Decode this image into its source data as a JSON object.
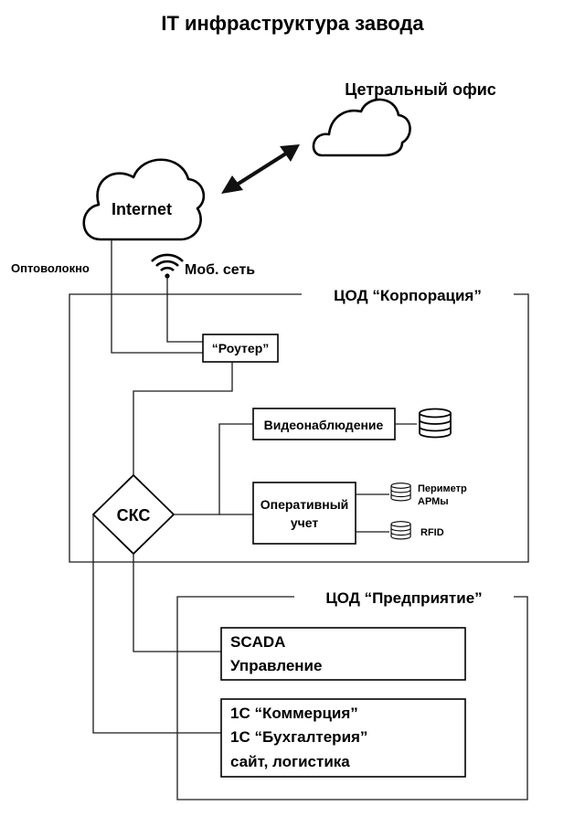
{
  "title": "IT инфраструктура завода",
  "nodes": {
    "central_office": "Цетральный офис",
    "internet": "Internet",
    "optical_fiber": "Оптоволокно",
    "mobile_network": "Моб. сеть",
    "router": "“Роутер”",
    "video": "Видеонаблюдение",
    "operational_line1": "Оперативный",
    "operational_line2": "учет",
    "perimeter_line1": "Периметр",
    "perimeter_line2": "АРМы",
    "rfid": "RFID",
    "sks": "СКС",
    "scada_line1": "SCADA",
    "scada_line2": "Управление",
    "onec_line1": "1С “Коммерция”",
    "onec_line2": "1С “Бухгалтерия”",
    "onec_line3": "сайт, логистика"
  },
  "zones": {
    "corporation": "ЦОД “Корпорация”",
    "enterprise": "ЦОД “Предприятие”"
  },
  "icons": {
    "wifi": "wifi-icon",
    "database": "database-icon"
  }
}
